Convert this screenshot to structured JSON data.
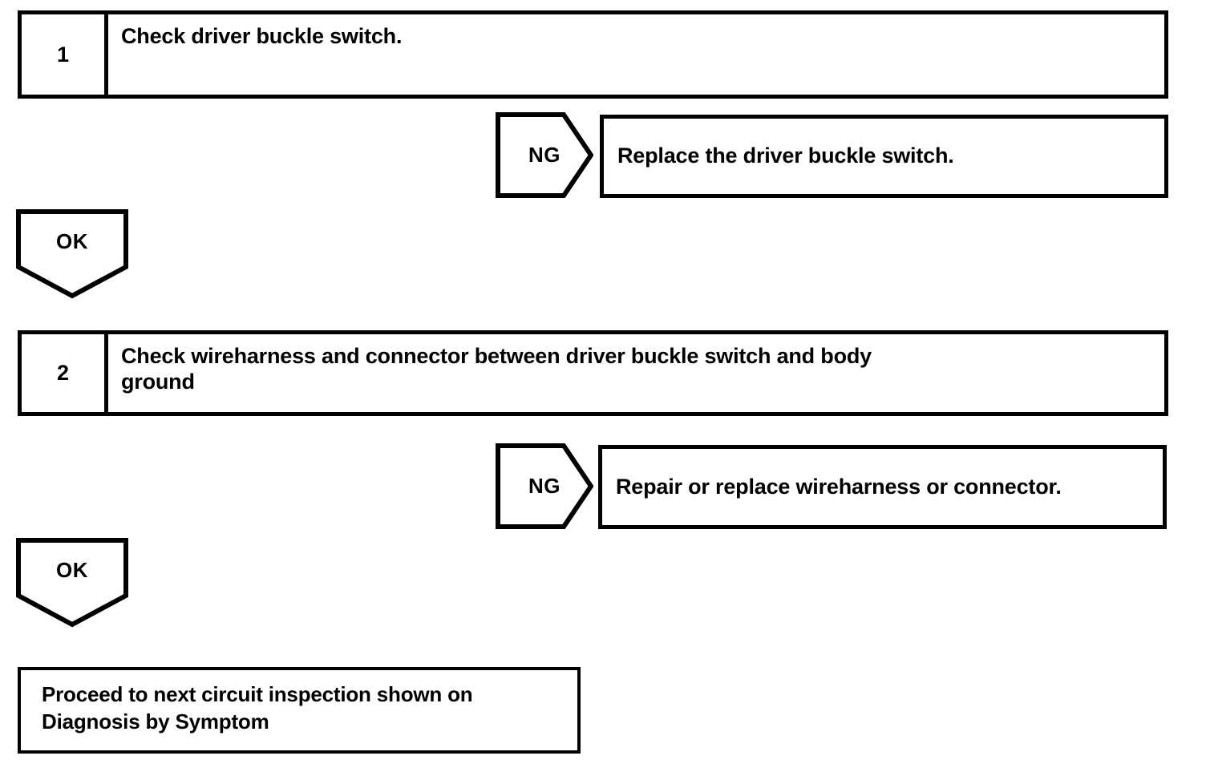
{
  "diagram": {
    "type": "troubleshooting-flowchart",
    "colors": {
      "stroke": "#000000",
      "fill": "#ffffff",
      "text": "#000000"
    },
    "steps": [
      {
        "number": "1",
        "text": "Check driver buckle switch.",
        "ng": {
          "label": "NG",
          "action": "Replace the driver buckle switch."
        },
        "ok": {
          "label": "OK"
        }
      },
      {
        "number": "2",
        "text": "Check wireharness and connector between driver buckle switch and body\nground",
        "ng": {
          "label": "NG",
          "action": "Repair or replace wireharness or connector."
        },
        "ok": {
          "label": "OK"
        }
      }
    ],
    "terminal": {
      "text": "Proceed to next circuit inspection shown on\nDiagnosis by Symptom"
    }
  }
}
